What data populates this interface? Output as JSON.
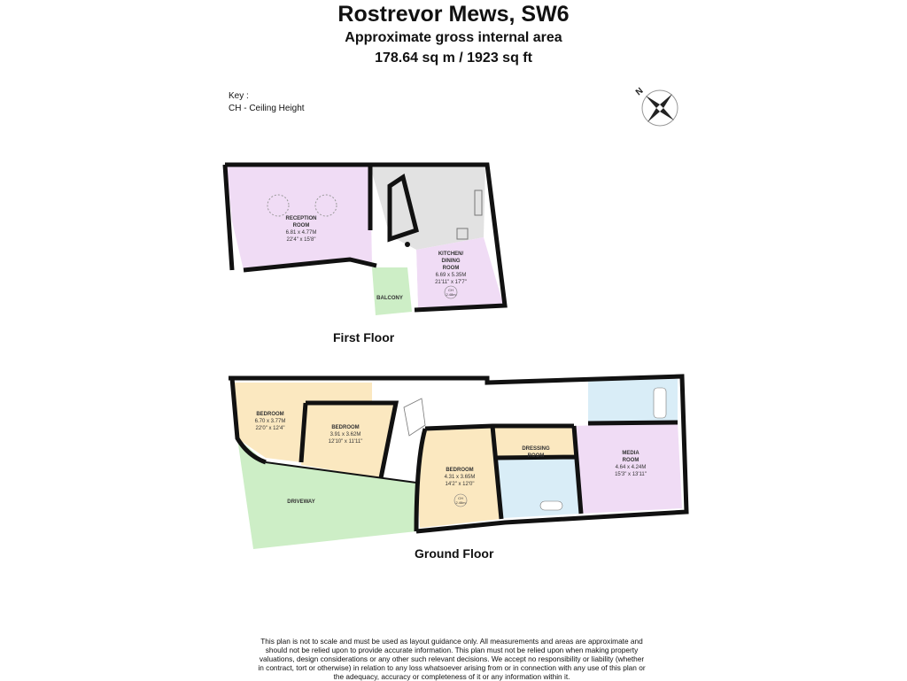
{
  "header": {
    "title": "Rostrevor Mews, SW6",
    "subtitle": "Approximate gross internal area",
    "area": "178.64 sq m /  1923 sq ft"
  },
  "key": {
    "heading": "Key :",
    "entry": "CH - Ceiling Height"
  },
  "compass": {
    "label": "N",
    "icon": "compass-rose-icon"
  },
  "first_floor": {
    "label": "First Floor",
    "rooms": [
      {
        "name": "RECEPTION\nROOM",
        "l1": "RECEPTION",
        "l2": "ROOM",
        "metric": "6.81 x 4.77M",
        "imperial": "22'4\" x 15'8\""
      },
      {
        "l1": "KITCHEN/",
        "l2": "DINING",
        "l3": "ROOM",
        "metric": "6.69 x 5.35M",
        "imperial": "21'11\" x 17'7\"",
        "ch": "CH",
        "ch_value": "2.48m"
      },
      {
        "l1": "BALCONY"
      }
    ]
  },
  "ground_floor": {
    "label": "Ground Floor",
    "rooms": [
      {
        "l1": "BEDROOM",
        "metric": "6.70 x 3.77M",
        "imperial": "22'0\" x 12'4\""
      },
      {
        "l1": "BEDROOM",
        "metric": "3.91 x 3.62M",
        "imperial": "12'10\" x 11'11\""
      },
      {
        "l1": "BEDROOM",
        "metric": "4.31 x 3.65M",
        "imperial": "14'2\" x 12'0\"",
        "ch": "CH",
        "ch_value": "2.46m"
      },
      {
        "l1": "DRESSING",
        "l2": "ROOM"
      },
      {
        "l1": "MEDIA",
        "l2": "ROOM",
        "metric": "4.64 x 4.24M",
        "imperial": "15'3\" x 13'11\""
      },
      {
        "l1": "DRIVEWAY"
      }
    ]
  },
  "colors": {
    "reception": "#f0dcf5",
    "kitchen": "#e0e0e0",
    "bedroom": "#fbe8c0",
    "balcony": "#cdeec6",
    "bathroom": "#d9edf7",
    "wall": "#111111"
  },
  "disclaimer": "This plan is not to scale and must be used as layout guidance only. All measurements and areas are approximate and should not be relied upon to provide accurate information. This plan must not be relied upon when making property valuations, design considerations or any other such relevant decisions. We accept no responsibility or liability (whether in contract, tort or otherwise) in relation to any loss whatsoever arising from or in connection with any use of this plan or the adequacy, accuracy or completeness of it or any information within it."
}
